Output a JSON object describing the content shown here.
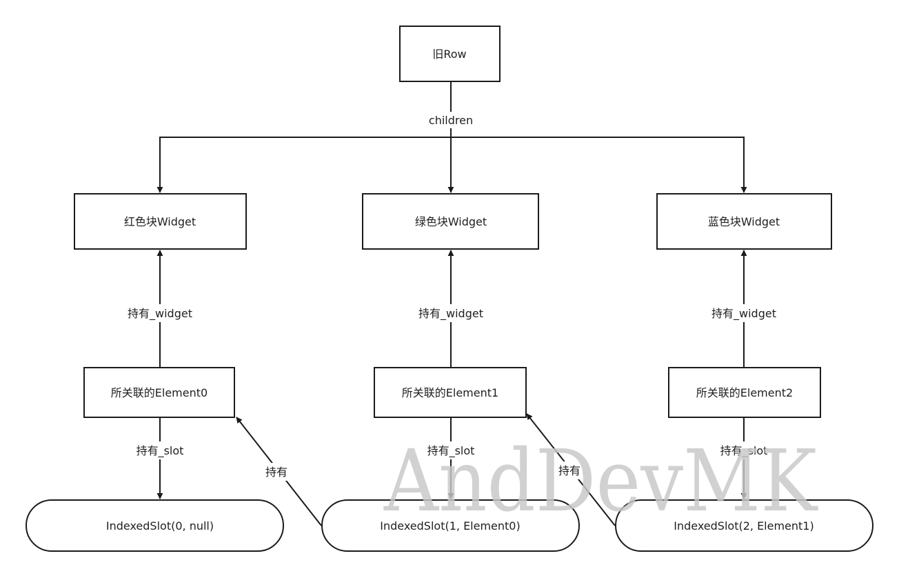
{
  "nodes": {
    "old_row": "旧Row",
    "red_widget": "红色块Widget",
    "green_widget": "绿色块Widget",
    "blue_widget": "蓝色块Widget",
    "element0": "所关联的Element0",
    "element1": "所关联的Element1",
    "element2": "所关联的Element2",
    "slot0": "IndexedSlot(0, null)",
    "slot1": "IndexedSlot(1, Element0)",
    "slot2": "IndexedSlot(2, Element1)"
  },
  "edges": {
    "children": "children",
    "hold_widget_0": "持有_widget",
    "hold_widget_1": "持有_widget",
    "hold_widget_2": "持有_widget",
    "hold_slot_0": "持有_slot",
    "hold_slot_1": "持有_slot",
    "hold_slot_2": "持有_slot",
    "hold_1": "持有",
    "hold_2": "持有"
  },
  "watermark": "AndDevMK",
  "colors": {
    "stroke": "#1a1a1a",
    "text": "#1f1f1f",
    "watermark": "#c8c8c8"
  }
}
